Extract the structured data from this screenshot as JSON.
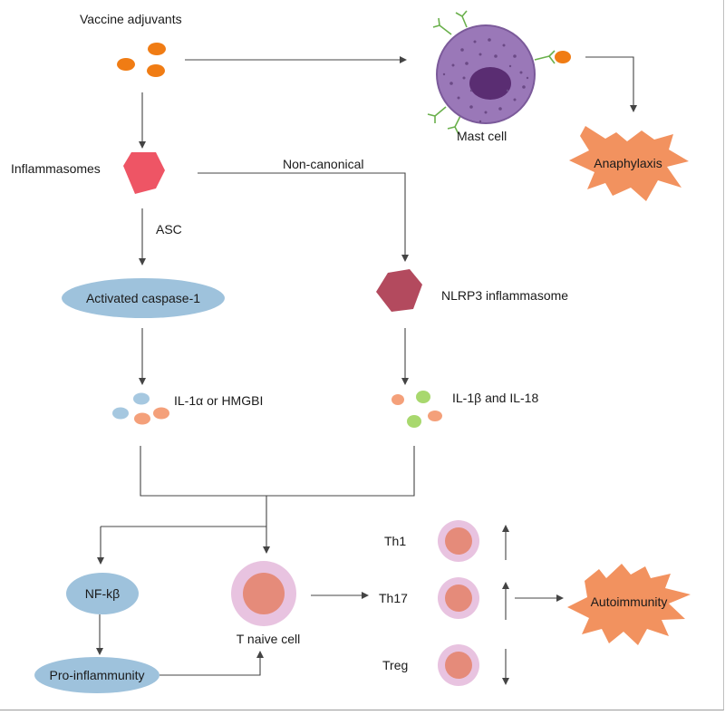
{
  "labels": {
    "vaccine_adjuvants": "Vaccine adjuvants",
    "mast_cell": "Mast cell",
    "anaphylaxis": "Anaphylaxis",
    "inflammasomes": "Inflammasomes",
    "non_canonical": "Non-canonical",
    "asc": "ASC",
    "activated_caspase": "Activated caspase-1",
    "nlrp3": "NLRP3 inflammasome",
    "il1a_hmgbi": "IL-1α or HMGBI",
    "il1b_il18": "IL-1β and IL-18",
    "nfkb": "NF-kβ",
    "pro_inflammunity": "Pro-inflammunity",
    "t_naive_cell": "T naive cell",
    "th1": "Th1",
    "th17": "Th17",
    "treg": "Treg",
    "autoimmunity": "Autoimmunity"
  },
  "colors": {
    "adjuvant_orange": "#f07c14",
    "mast_cell_purple": "#9a78b8",
    "mast_nucleus": "#5a2d72",
    "receptor_green": "#6ab04c",
    "burst_salmon": "#f2925f",
    "inflammasome_red": "#ee5565",
    "nlrp3_maroon": "#b34a5e",
    "ellipse_blue": "#9ec2dc",
    "cytokine_blue": "#a6c8e0",
    "cytokine_salmon": "#f4a07a",
    "cytokine_green": "#a8d86e",
    "cell_outer_pink": "#e8c3e0",
    "cell_inner_salmon": "#e58b7a",
    "arrow_gray": "#555555"
  }
}
